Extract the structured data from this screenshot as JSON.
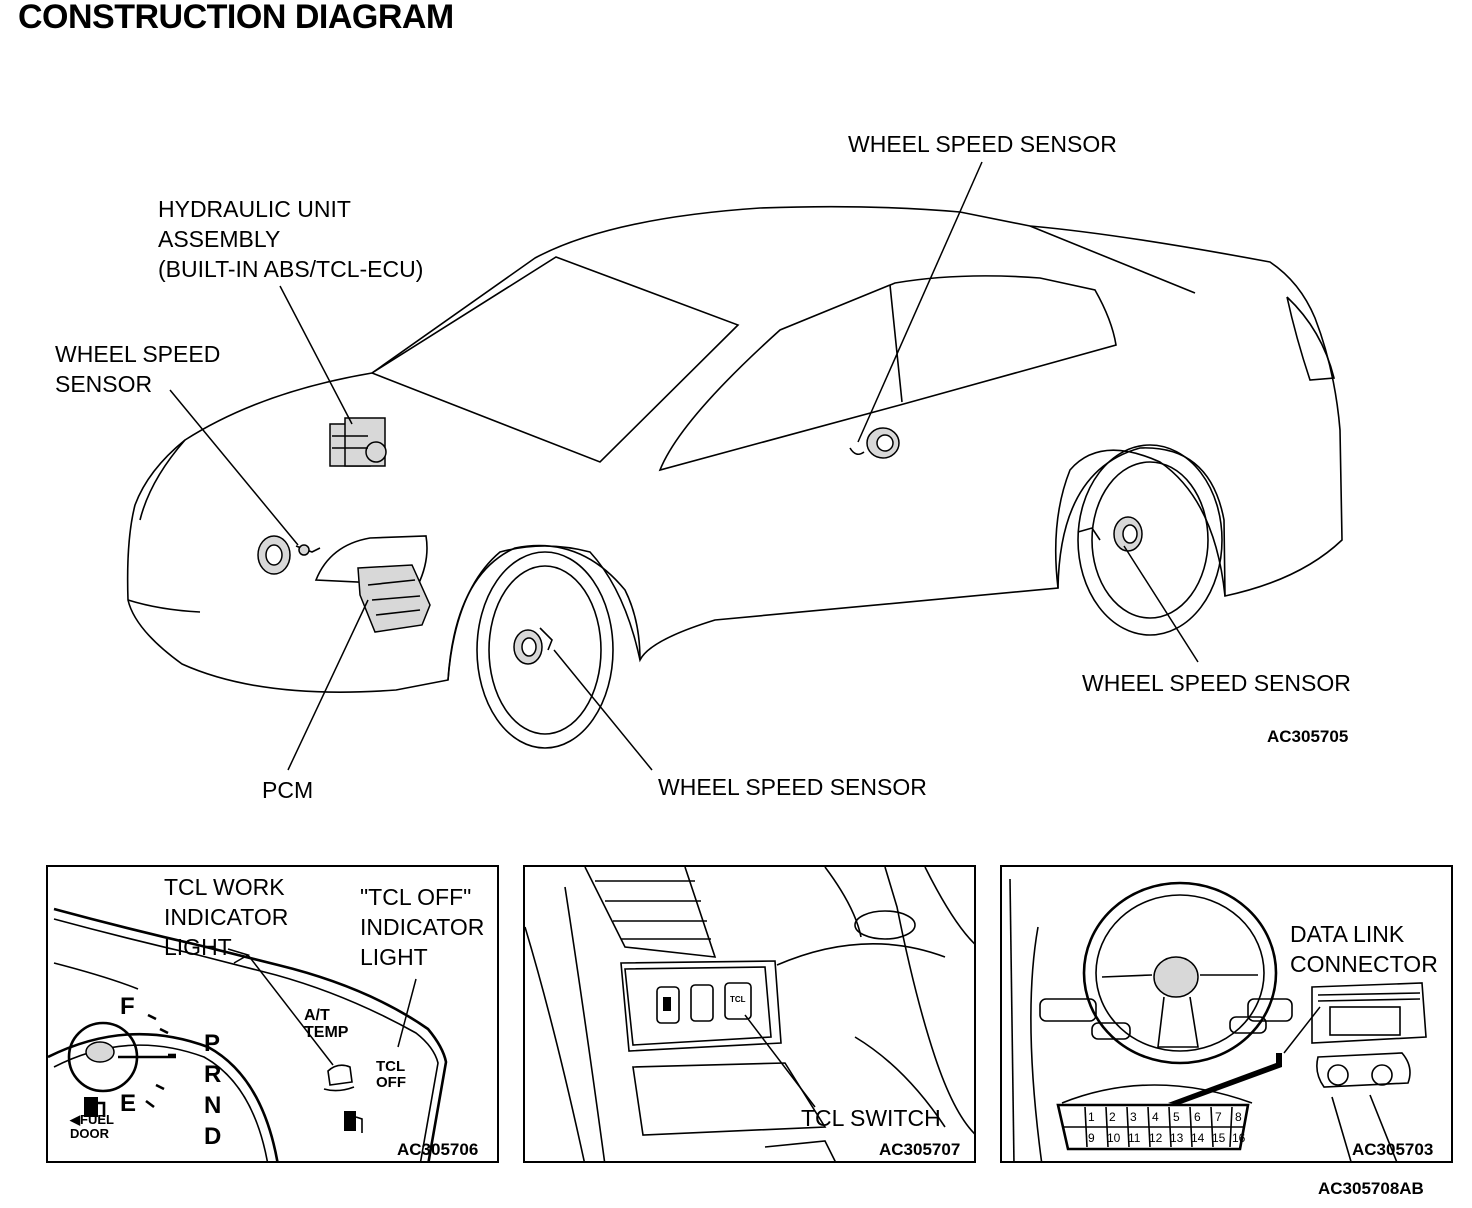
{
  "title": "CONSTRUCTION DIAGRAM",
  "main_figure": {
    "code": "AC305705",
    "labels": {
      "wss_rear_top": "WHEEL SPEED SENSOR",
      "hydraulic_unit": [
        "HYDRAULIC UNIT",
        "ASSEMBLY",
        "(BUILT-IN ABS/TCL-ECU)"
      ],
      "wss_front_left": [
        "WHEEL SPEED",
        "SENSOR"
      ],
      "wss_rear_right": "WHEEL SPEED SENSOR",
      "wss_front_bottom": "WHEEL SPEED SENSOR",
      "pcm": "PCM"
    }
  },
  "panels": [
    {
      "code": "AC305706",
      "labels": {
        "tcl_work": [
          "TCL WORK",
          "INDICATOR",
          "LIGHT"
        ],
        "tcl_off": [
          "\"TCL OFF\"",
          "INDICATOR",
          "LIGHT"
        ]
      },
      "gauge": {
        "fuel_full": "F",
        "fuel_empty": "E",
        "fuel_door": [
          "◀FUEL",
          "DOOR"
        ],
        "gear": [
          "P",
          "R",
          "N",
          "D"
        ],
        "temp": [
          "A/T",
          "TEMP"
        ],
        "tcl_off_lamp": [
          "TCL",
          "OFF"
        ]
      }
    },
    {
      "code": "AC305707",
      "labels": {
        "tcl_switch": "TCL SWITCH"
      },
      "switch_text": "TCL"
    },
    {
      "code": "AC305703",
      "labels": {
        "data_link": [
          "DATA LINK",
          "CONNECTOR"
        ]
      },
      "connector_pins_top": [
        "1",
        "2",
        "3",
        "4",
        "5",
        "6",
        "7",
        "8"
      ],
      "connector_pins_bottom": [
        "9",
        "10",
        "11",
        "12",
        "13",
        "14",
        "15",
        "16"
      ]
    }
  ],
  "figure_code": "AC305708AB"
}
